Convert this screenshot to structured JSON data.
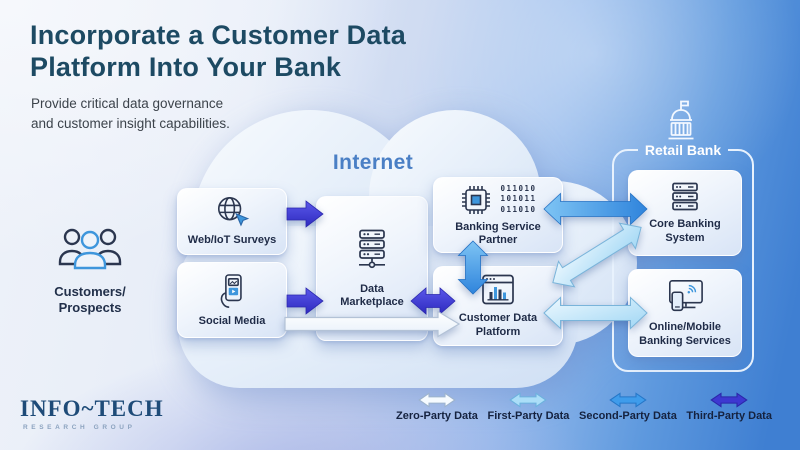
{
  "header": {
    "title_line1": "Incorporate a Customer Data",
    "title_line2": "Platform Into Your Bank",
    "subtitle_line1": "Provide critical data governance",
    "subtitle_line2": "and customer insight capabilities."
  },
  "cloud": {
    "label": "Internet"
  },
  "actors": {
    "customers": {
      "label_line1": "Customers/",
      "label_line2": "Prospects"
    }
  },
  "nodes": {
    "web_iot": {
      "label": "Web/IoT Surveys"
    },
    "social_media": {
      "label": "Social Media"
    },
    "data_marketplace": {
      "label_line1": "Data",
      "label_line2": "Marketplace"
    },
    "banking_service_partner": {
      "label_line1": "Banking Service",
      "label_line2": "Partner",
      "binary_row1": "011010",
      "binary_row2": "101011",
      "binary_row3": "011010"
    },
    "customer_data_platform": {
      "label_line1": "Customer Data",
      "label_line2": "Platform"
    },
    "retail_bank": {
      "label": "Retail Bank"
    },
    "core_banking": {
      "label_line1": "Core Banking",
      "label_line2": "System"
    },
    "online_mobile": {
      "label_line1": "Online/Mobile",
      "label_line2": "Banking Services"
    }
  },
  "flows": [
    {
      "from": "Web/IoT Surveys",
      "to": "Data Marketplace",
      "type": "Third-Party Data",
      "bidirectional": false
    },
    {
      "from": "Social Media",
      "to": "Data Marketplace",
      "type": "Third-Party Data",
      "bidirectional": false
    },
    {
      "from": "Data Marketplace",
      "to": "Customer Data Platform",
      "type": "Third-Party Data",
      "bidirectional": true
    },
    {
      "from": "Social Media",
      "to": "Customer Data Platform",
      "type": "Zero-Party Data",
      "bidirectional": false
    },
    {
      "from": "Banking Service Partner",
      "to": "Customer Data Platform",
      "type": "Second-Party Data",
      "bidirectional": true
    },
    {
      "from": "Banking Service Partner",
      "to": "Core Banking System",
      "type": "Second-Party Data",
      "bidirectional": true
    },
    {
      "from": "Customer Data Platform",
      "to": "Core Banking System",
      "type": "First-Party Data",
      "bidirectional": true
    },
    {
      "from": "Customer Data Platform",
      "to": "Online/Mobile Banking Services",
      "type": "First-Party Data",
      "bidirectional": true
    }
  ],
  "legend": {
    "items": [
      {
        "label": "Zero-Party Data",
        "color": "#f6fbff",
        "stroke": "#9db3cc"
      },
      {
        "label": "First-Party Data",
        "color": "#abdef8",
        "stroke": "#6cb2dd"
      },
      {
        "label": "Second-Party Data",
        "color": "#3f9ceb",
        "stroke": "#2677c8"
      },
      {
        "label": "Third-Party Data",
        "color": "#3d38d1",
        "stroke": "#2b27a9"
      }
    ]
  },
  "logo": {
    "name": "INFO~TECH",
    "tagline": "RESEARCH GROUP"
  },
  "colors": {
    "title": "#1d4a63",
    "internet_label": "#4a7fc5",
    "icon_stroke": "#2b364f",
    "icon_accent": "#3e96dc",
    "zero_party": "#f6fbff",
    "first_party": "#abdef8",
    "second_party": "#3f9ceb",
    "third_party": "#3d38d1"
  }
}
